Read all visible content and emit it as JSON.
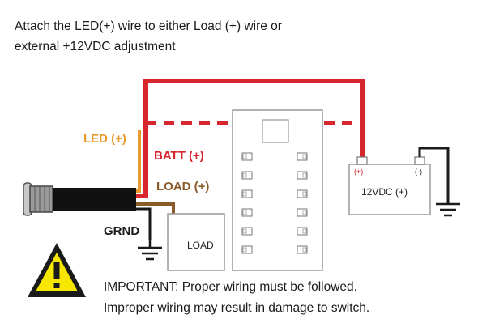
{
  "heading": {
    "line1": "Attach the LED(+) wire to either Load (+) wire or",
    "line2": "external +12VDC adjustment"
  },
  "labels": {
    "led": "LED (+)",
    "batt": "BATT (+)",
    "load_wire": "LOAD (+)",
    "grnd": "GRND",
    "load_box": "LOAD",
    "battery": "12VDC (+)",
    "terminal_plus": "(+)",
    "terminal_minus": "(-)"
  },
  "warning": {
    "line1": "IMPORTANT: Proper wiring must be followed.",
    "line2": "Improper wiring may result in damage to switch."
  },
  "colors": {
    "batt_wire": "#d7262e",
    "led_wire": "#e89a2c",
    "load_wire": "#8b5a2b",
    "ground_wire": "#1a1a1a",
    "warning_fill": "#f7e600",
    "panel_stroke": "#9a9a9a"
  },
  "icons": [
    "switch-icon",
    "ground-icon",
    "warning-triangle-icon"
  ]
}
